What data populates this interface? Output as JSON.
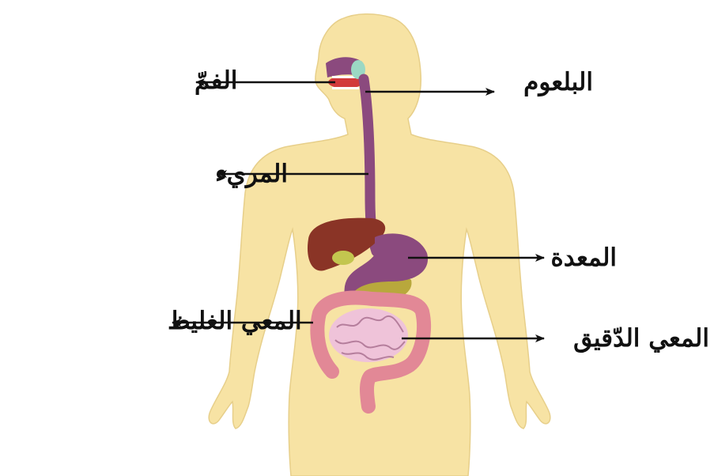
{
  "labels": {
    "mouth": "الفمّ",
    "pharynx": "البلعوم",
    "esophagus": "المريء",
    "stomach": "المعدة",
    "large_intestine": "المعي الغليظ",
    "small_intestine": "المعي الدّقيق"
  },
  "colors": {
    "skin": "#f7e3a4",
    "esophagus": "#8b4a7e",
    "liver": "#8a3426",
    "gallbladder": "#c3c64f",
    "pancreas": "#b8a83c",
    "small_intestine": "#efc3d9",
    "large_intestine": "#e28896",
    "tongue": "#d23a3a",
    "salivary_gland": "#9bd8c4",
    "arrow": "#111111"
  }
}
